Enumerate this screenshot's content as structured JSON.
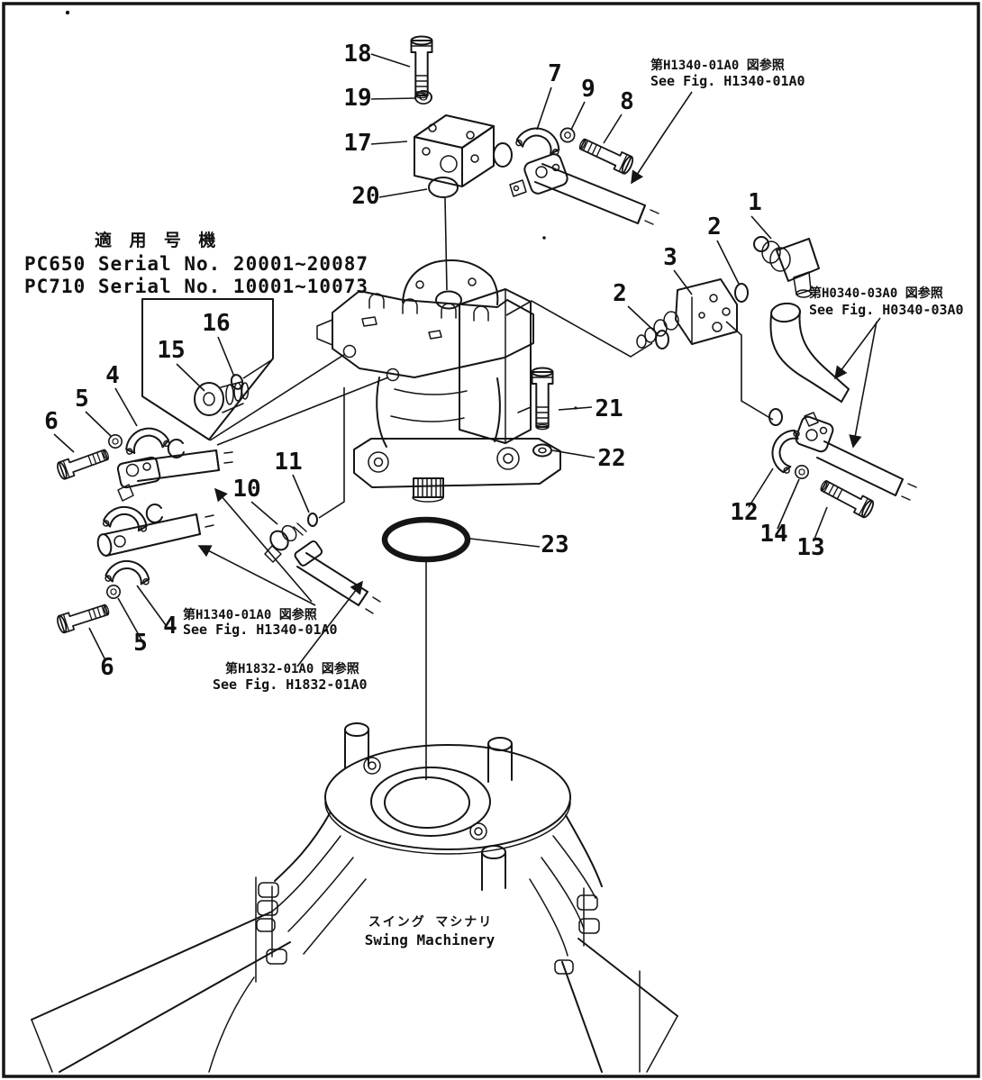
{
  "header": {
    "machines_jp": "適 用 号 機",
    "pc650": "PC650  Serial  No. 20001~20087",
    "pc710": "PC710  Serial  No. 10001~10073"
  },
  "notes": {
    "top_right": {
      "jp": "第H1340-01A0 図参照",
      "en": "See Fig. H1340-01A0"
    },
    "right": {
      "jp": "第H0340-03A0 図参照",
      "en": "See Fig. H0340-03A0"
    },
    "bottom_left": {
      "jp": "第H1340-01A0 図参照",
      "en": "See Fig. H1340-01A0"
    },
    "bottom": {
      "jp": "第H1832-01A0 図参照",
      "en": "See Fig. H1832-01A0"
    }
  },
  "component": {
    "jp": "スイング  マシナリ",
    "en": "Swing Machinery"
  },
  "callouts": {
    "c1": "1",
    "c2a": "2",
    "c2b": "2",
    "c3": "3",
    "c4a": "4",
    "c4b": "4",
    "c5a": "5",
    "c5b": "5",
    "c6a": "6",
    "c6b": "6",
    "c7": "7",
    "c8": "8",
    "c9": "9",
    "c10": "10",
    "c11": "11",
    "c12": "12",
    "c13": "13",
    "c14": "14",
    "c15": "15",
    "c16": "16",
    "c17": "17",
    "c18": "18",
    "c19": "19",
    "c20": "20",
    "c21": "21",
    "c22": "22",
    "c23": "23"
  }
}
